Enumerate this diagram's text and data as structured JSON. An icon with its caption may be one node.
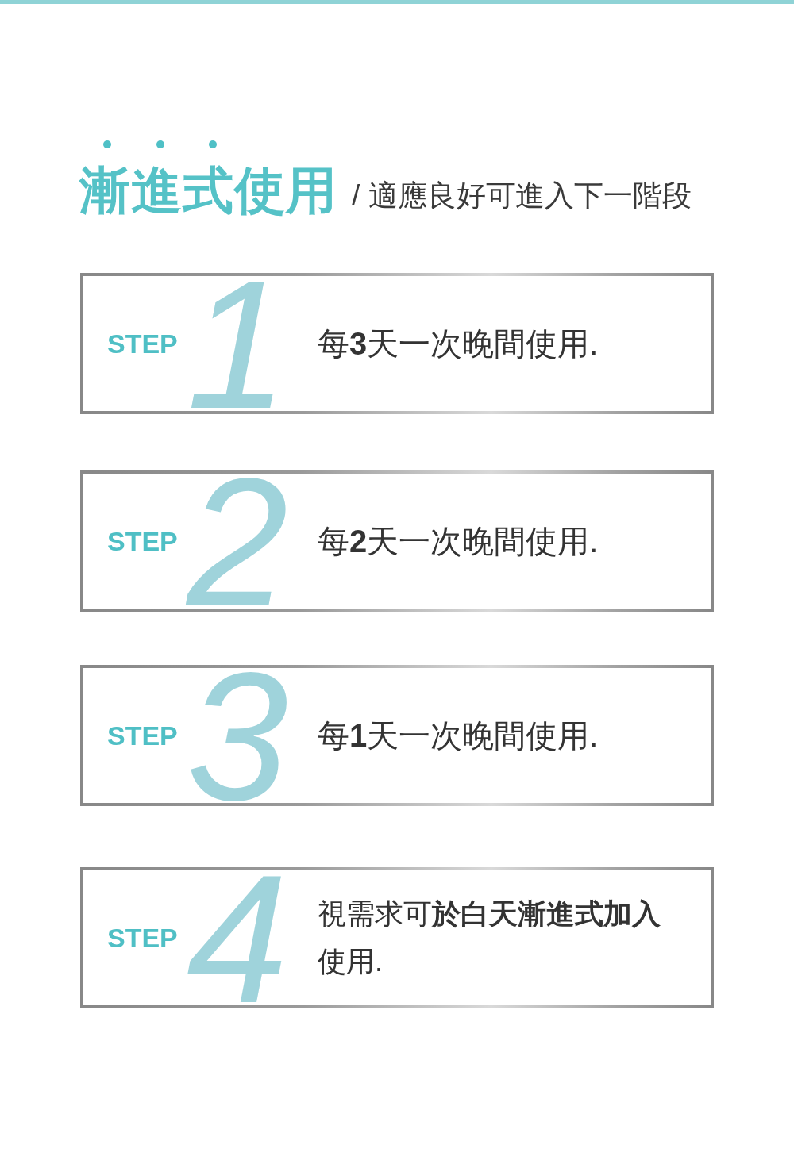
{
  "diagram": {
    "title": "漸進式使用",
    "nodes": [
      {
        "text": [
          "STEP",
          "1",
          "每**3**天一次晚間使用."
        ]
      },
      {
        "text": [
          "STEP",
          "2",
          "每**2**天一次晚間使用."
        ]
      },
      {
        "text": [
          "STEP",
          "3",
          "每**1**天一次晚間使用."
        ]
      },
      {
        "text": [
          "STEP",
          "4",
          "視需求可**於白天漸進式加入**使用."
        ]
      }
    ],
    "labels": [
      "/ 適應良好可進入下一階段"
    ]
  }
}
